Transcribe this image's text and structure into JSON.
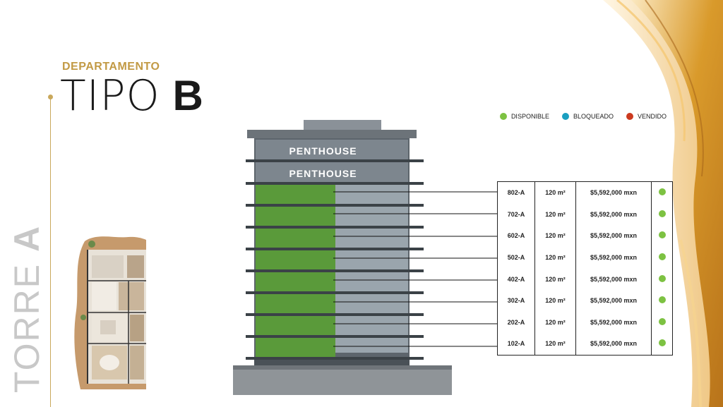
{
  "header": {
    "subtitle": "DEPARTAMENTO",
    "title_light": "TIPO",
    "title_bold": "B"
  },
  "tower": {
    "label_light": "TORRE",
    "label_bold": "A"
  },
  "building": {
    "penthouse_labels": [
      "PENTHOUSE",
      "PENTHOUSE"
    ]
  },
  "legend": [
    {
      "label": "DISPONIBLE",
      "color": "#7dc242"
    },
    {
      "label": "BLOQUEADO",
      "color": "#1a9fc0"
    },
    {
      "label": "VENDIDO",
      "color": "#cc3a1f"
    }
  ],
  "units": [
    {
      "unit": "802-A",
      "area": "120 m²",
      "price": "$5,592,000 mxn",
      "status": "DISPONIBLE"
    },
    {
      "unit": "702-A",
      "area": "120 m²",
      "price": "$5,592,000 mxn",
      "status": "DISPONIBLE"
    },
    {
      "unit": "602-A",
      "area": "120 m²",
      "price": "$5,592,000 mxn",
      "status": "DISPONIBLE"
    },
    {
      "unit": "502-A",
      "area": "120 m²",
      "price": "$5,592,000 mxn",
      "status": "DISPONIBLE"
    },
    {
      "unit": "402-A",
      "area": "120 m²",
      "price": "$5,592,000 mxn",
      "status": "DISPONIBLE"
    },
    {
      "unit": "302-A",
      "area": "120 m²",
      "price": "$5,592,000 mxn",
      "status": "DISPONIBLE"
    },
    {
      "unit": "202-A",
      "area": "120 m²",
      "price": "$5,592,000 mxn",
      "status": "DISPONIBLE"
    },
    {
      "unit": "102-A",
      "area": "120 m²",
      "price": "$5,592,000 mxn",
      "status": "DISPONIBLE"
    }
  ]
}
